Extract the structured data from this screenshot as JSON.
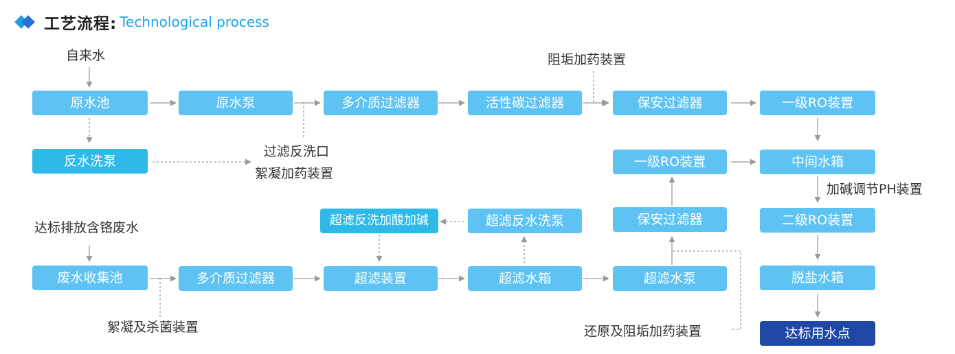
{
  "header": {
    "title_cn": "工艺流程:",
    "title_en": "Technological process"
  },
  "nodes": {
    "yuanshuichi": "原水池",
    "yuanshuibeng": "原水泵",
    "duojiezhi_1": "多介质过滤器",
    "huoxingtan": "活性碳过滤器",
    "baoan_1": "保安过滤器",
    "ro1_top": "一级RO装置",
    "fanxibeng": "反水洗泵",
    "ro1_mid": "一级RO装置",
    "zhongjian": "中间水箱",
    "cf_jiasuan": "超滤反洗加酸加碱",
    "cf_fanxibeng": "超滤反水洗泵",
    "baoan_2": "保安过滤器",
    "ro2": "二级RO装置",
    "feishui": "废水收集池",
    "duojiezhi_2": "多介质过滤器",
    "chaolv": "超滤装置",
    "cf_shuixiang": "超滤水箱",
    "cf_shuibeng": "超滤水泵",
    "tuoyan": "脱盐水箱",
    "dabiao": "达标用水点"
  },
  "labels": {
    "zilaishui": "自来水",
    "zugou_top": "阻垢加药装置",
    "guolv_fanxi": "过滤反洗口",
    "xuning_top": "絮凝加药装置",
    "jiajian": "加碱调节PH装置",
    "dabiao_paifang": "达标排放含铬废水",
    "xuning_bottom": "絮凝及杀菌装置",
    "huanyuan": "还原及阻垢加药装置"
  },
  "colors": {
    "node_light": "#5ec3f2",
    "node_medium": "#2fb9e8",
    "node_dark": "#1e48a4",
    "arrow": "#9a9a9a",
    "title_en": "#1aa3e8"
  }
}
